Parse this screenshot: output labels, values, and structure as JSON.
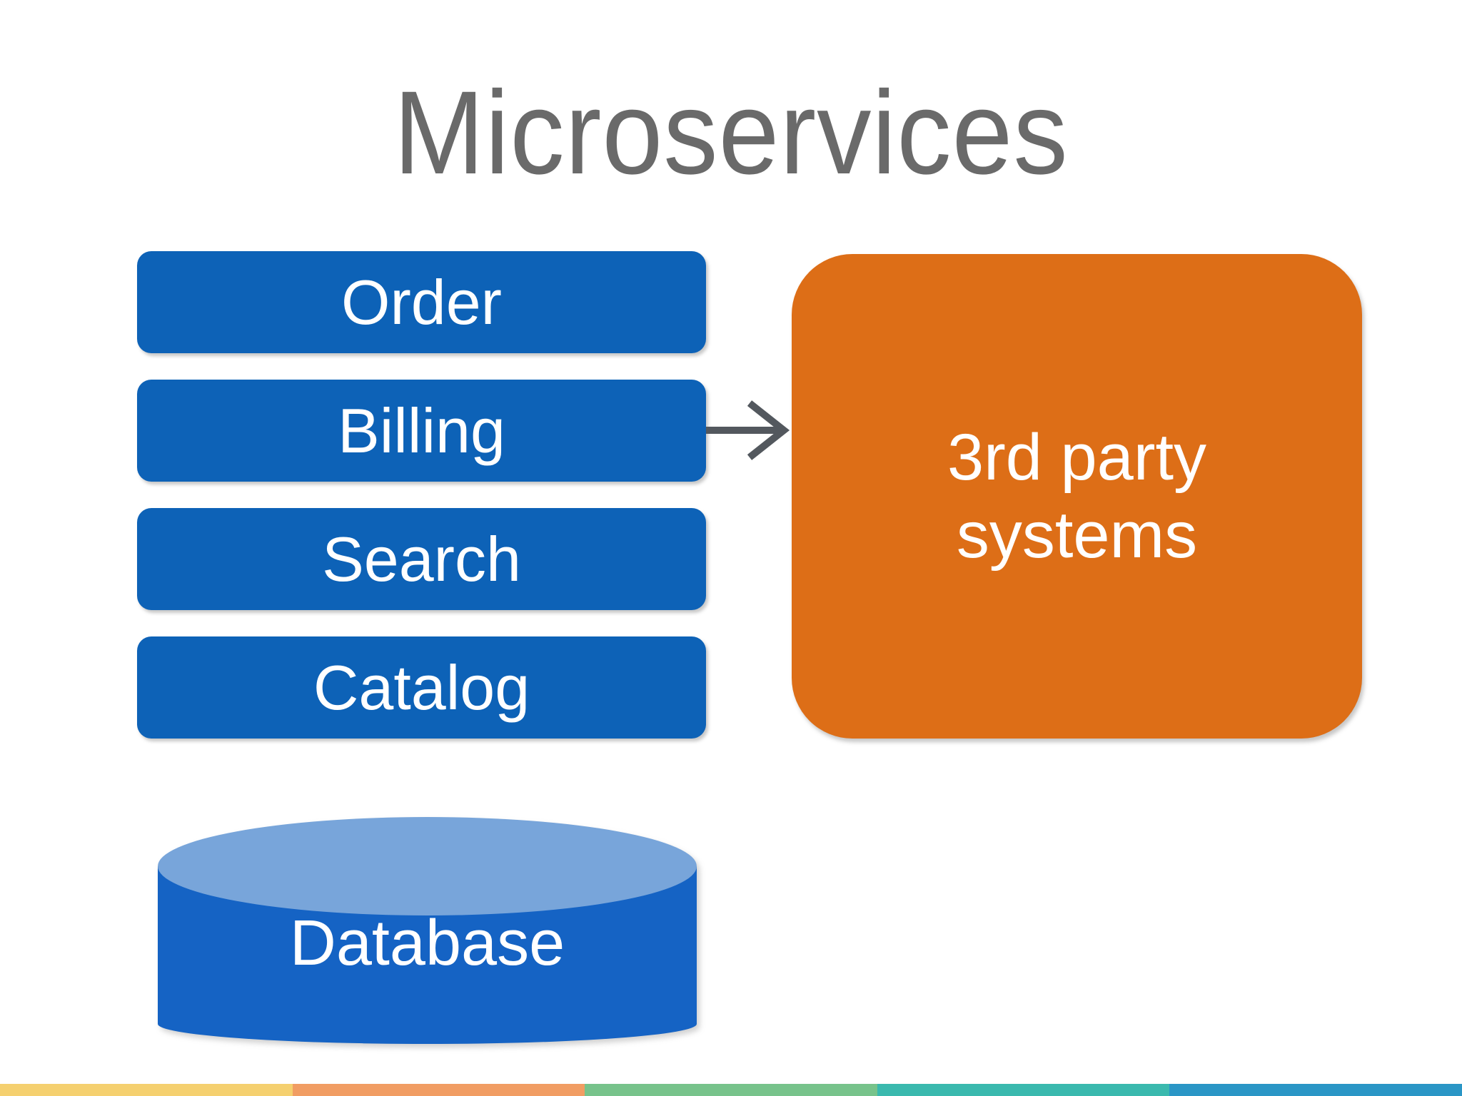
{
  "title": {
    "text": "Microservices"
  },
  "services": [
    {
      "label": "Order"
    },
    {
      "label": "Billing"
    },
    {
      "label": "Search"
    },
    {
      "label": "Catalog"
    }
  ],
  "third_party": {
    "label": "3rd party systems"
  },
  "database": {
    "label": "Database"
  },
  "arrow": {
    "from": "Billing",
    "to": "3rd party systems"
  },
  "colors": {
    "background": "#ffffff",
    "title": "#6a6a6a",
    "service_blue": "#0d62b7",
    "service_text": "#ffffff",
    "third_party_orange": "#dd6e17",
    "arrow": "#53585e",
    "cylinder_body": "#1563c4",
    "cylinder_top": "#78a5da"
  },
  "footer": {
    "stripe": [
      "#f5d06f",
      "#f19d63",
      "#77c38b",
      "#3ab9ae",
      "#2a96c6"
    ]
  }
}
